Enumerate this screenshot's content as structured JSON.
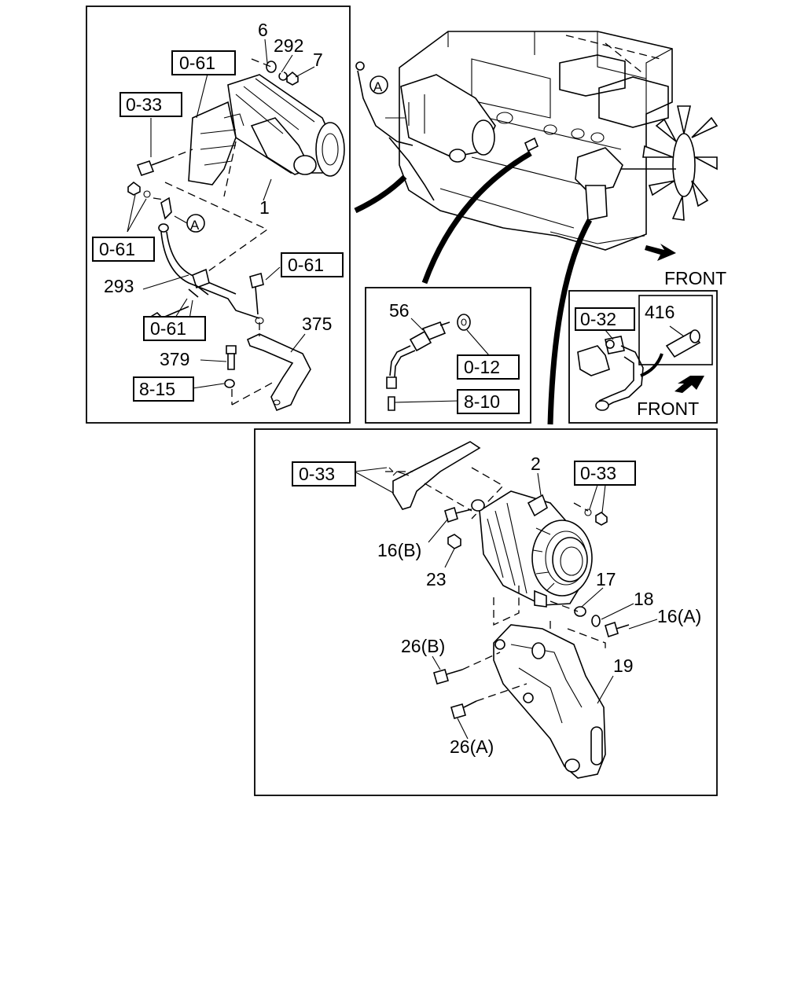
{
  "starter_panel": {
    "callout_0_61_top": "0-61",
    "callout_0_33": "0-33",
    "callout_0_61_left": "0-61",
    "callout_0_61_right": "0-61",
    "callout_0_61_bottom": "0-61",
    "callout_8_15": "8-15",
    "label_6": "6",
    "label_292": "292",
    "label_7": "7",
    "label_1": "1",
    "label_293": "293",
    "label_375": "375",
    "label_379": "379",
    "marker_a": "A"
  },
  "engine_view": {
    "marker_a": "A",
    "front_label": "FRONT"
  },
  "sensor_panel": {
    "label_56": "56",
    "callout_0_12": "0-12",
    "callout_8_10": "8-10"
  },
  "hose_panel": {
    "callout_0_32": "0-32",
    "label_416": "416",
    "front_label": "FRONT"
  },
  "alternator_panel": {
    "callout_0_33_left": "0-33",
    "callout_0_33_right": "0-33",
    "label_2": "2",
    "label_16b": "16(B)",
    "label_23": "23",
    "label_17": "17",
    "label_18": "18",
    "label_16a": "16(A)",
    "label_26b": "26(B)",
    "label_19": "19",
    "label_26a": "26(A)"
  }
}
